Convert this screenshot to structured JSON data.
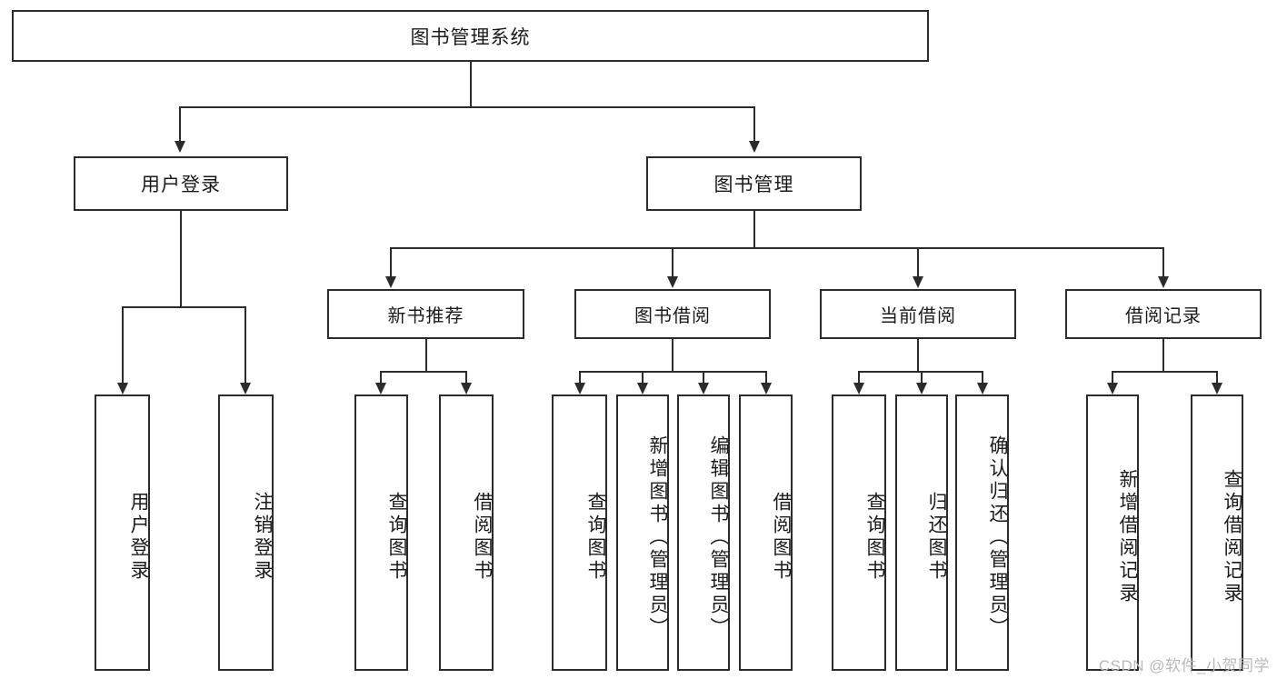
{
  "diagram": {
    "type": "tree-hierarchy",
    "title_node": {
      "label": "图书管理系统"
    },
    "level2": [
      {
        "id": "user-login",
        "label": "用户登录"
      },
      {
        "id": "book-management",
        "label": "图书管理"
      }
    ],
    "level3": [
      {
        "id": "new-book-recommend",
        "label": "新书推荐"
      },
      {
        "id": "book-borrow",
        "label": "图书借阅"
      },
      {
        "id": "current-borrow",
        "label": "当前借阅"
      },
      {
        "id": "borrow-record",
        "label": "借阅记录"
      }
    ],
    "leaves": {
      "user_login": [
        {
          "id": "leaf-user-login",
          "label": "用户登录"
        },
        {
          "id": "leaf-logout-login",
          "label": "注销登录"
        }
      ],
      "new_book_recommend": [
        {
          "id": "leaf-query-book-1",
          "label": "查询图书"
        },
        {
          "id": "leaf-borrow-book-1",
          "label": "借阅图书"
        }
      ],
      "book_borrow": [
        {
          "id": "leaf-query-book-2",
          "label": "查询图书"
        },
        {
          "id": "leaf-add-book-admin",
          "label": "新增图书（管理员）"
        },
        {
          "id": "leaf-edit-book-admin",
          "label": "编辑图书（管理员）"
        },
        {
          "id": "leaf-borrow-book-2",
          "label": "借阅图书"
        }
      ],
      "current_borrow": [
        {
          "id": "leaf-query-book-3",
          "label": "查询图书"
        },
        {
          "id": "leaf-return-book",
          "label": "归还图书"
        },
        {
          "id": "leaf-confirm-return-admin",
          "label": "确认归还（管理员）"
        }
      ],
      "borrow_record": [
        {
          "id": "leaf-add-borrow-record",
          "label": "新增借阅记录"
        },
        {
          "id": "leaf-query-borrow-record",
          "label": "查询借阅记录"
        }
      ]
    }
  },
  "watermark": {
    "text": "CSDN @软件_小贺同学"
  },
  "colors": {
    "stroke": "#2b2b2b",
    "fill": "#ffffff",
    "text": "#1b1b1b",
    "watermark": "#b9b9b9"
  }
}
